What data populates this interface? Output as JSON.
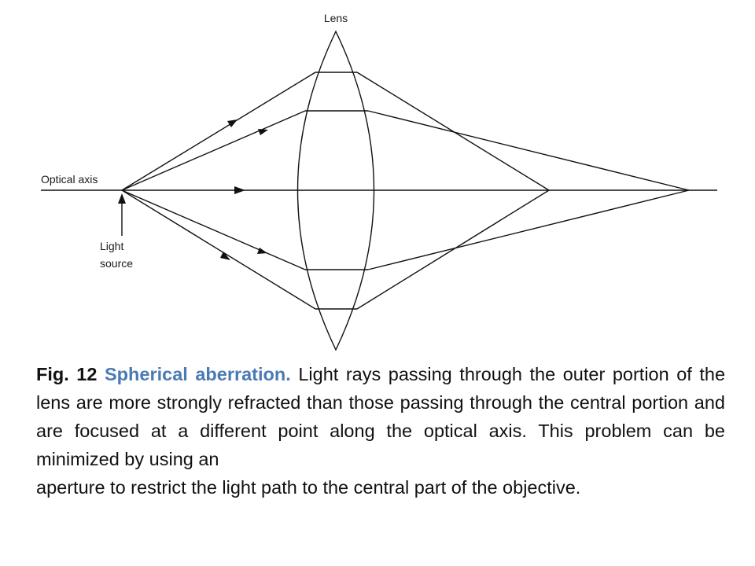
{
  "figure": {
    "labels": {
      "lens": "Lens",
      "optical_axis": "Optical axis",
      "light_source_line1": "Light",
      "light_source_line2": "source"
    },
    "caption": {
      "fig_number": "Fig. 12",
      "topic": "Spherical aberration.",
      "body_justified": "Light rays passing through the outer portion of the lens are more strongly refracted than those passing through the central portion and are focused at a different point along the optical axis. This problem can be minimized by using an",
      "body_tail": "aperture to restrict the light path to the central part of the objective."
    }
  },
  "colors": {
    "topic": "#4a7ab5",
    "line": "#111111"
  }
}
